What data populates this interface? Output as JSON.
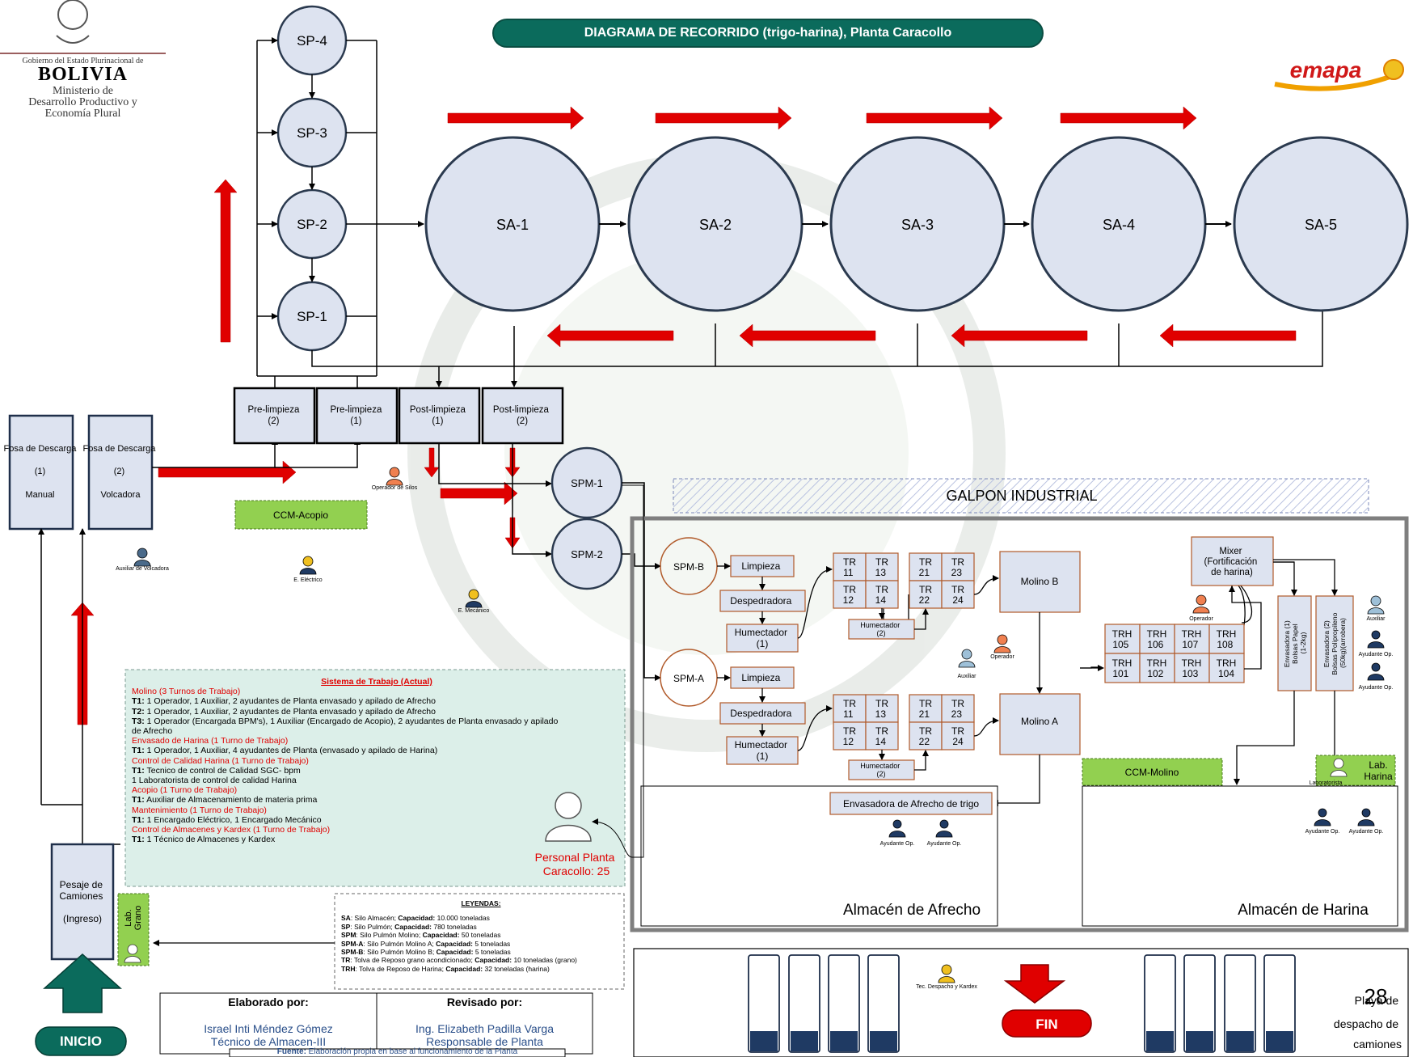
{
  "title": "DIAGRAMA DE RECORRIDO (trigo-harina), Planta Caracollo",
  "gov_logo": {
    "line1": "Gobierno del Estado Plurinacional de",
    "line2": "BOLIVIA",
    "line3": "Ministerio de",
    "line4": "Desarrollo Productivo y",
    "line5": "Economía Plural"
  },
  "brand_logo": "emapa",
  "colors": {
    "banner": "#0b6b5c",
    "node_fill": "#dde3f0",
    "node_stroke": "#2b3a4f",
    "arrow_red": "#e00000",
    "ccm_green": "#92d050"
  },
  "silos_pulmon": [
    "SP-4",
    "SP-3",
    "SP-2",
    "SP-1"
  ],
  "silos_almacen": [
    "SA-1",
    "SA-2",
    "SA-3",
    "SA-4",
    "SA-5"
  ],
  "fosas": [
    {
      "name": "Fosa de Descarga",
      "num": "(1)",
      "type": "Manual"
    },
    {
      "name": "Fosa de Descarga",
      "num": "(2)",
      "type": "Volcadora"
    }
  ],
  "limpieza": [
    {
      "name": "Pre-limpieza",
      "num": "(2)"
    },
    {
      "name": "Pre-limpieza",
      "num": "(1)"
    },
    {
      "name": "Post-limpieza",
      "num": "(1)"
    },
    {
      "name": "Post-limpieza",
      "num": "(2)"
    }
  ],
  "spm": [
    "SPM-1",
    "SPM-2"
  ],
  "galpon_label": "GALPON INDUSTRIAL",
  "ccm_acopio": "CCM-Acopio",
  "ccm_molino": "CCM-Molino",
  "lab_harina": "Lab.\nHarina",
  "lab_grano": "Lab.\nGrano",
  "laboratorista": "Laboratorista",
  "people": {
    "operador_silos": "Operador de Silos",
    "auxiliar_volcadora": "Auxiliar de Volcadora",
    "e_electrico": "E. Eléctrico",
    "e_mecanico": "E. Mecánico",
    "auxiliar": "Auxiliar",
    "operador": "Operador",
    "ayudante_op": "Ayudante Op.",
    "tec_despacho": "Tec. Despacho y Kardex"
  },
  "line_b": {
    "spm": "SPM-B",
    "steps": [
      "Limpieza",
      "Despedradora",
      "Humectador",
      "(1)"
    ],
    "humectador2": [
      "Humectador",
      "(2)"
    ],
    "molino": "Molino B"
  },
  "line_a": {
    "spm": "SPM-A",
    "steps": [
      "Limpieza",
      "Despedradora",
      "Humectador",
      "(1)"
    ],
    "humectador2": [
      "Humectador",
      "(2)"
    ],
    "molino": "Molino A"
  },
  "tr_labels": [
    [
      "TR",
      "11"
    ],
    [
      "TR",
      "13"
    ],
    [
      "TR",
      "12"
    ],
    [
      "TR",
      "14"
    ],
    [
      "TR",
      "21"
    ],
    [
      "TR",
      "23"
    ],
    [
      "TR",
      "22"
    ],
    [
      "TR",
      "24"
    ]
  ],
  "trh_labels": [
    [
      "TRH",
      "105"
    ],
    [
      "TRH",
      "106"
    ],
    [
      "TRH",
      "107"
    ],
    [
      "TRH",
      "108"
    ],
    [
      "TRH",
      "101"
    ],
    [
      "TRH",
      "102"
    ],
    [
      "TRH",
      "103"
    ],
    [
      "TRH",
      "104"
    ]
  ],
  "mixer": [
    "Mixer",
    "(Fortificación",
    "de harina)"
  ],
  "envasadoras": [
    [
      "Envasadora (1)",
      "Bolsas Papel",
      "(1-2kg)"
    ],
    [
      "Envasadora (2)",
      "Bolsas Polipropileno",
      "(50kg)(arrobera)"
    ]
  ],
  "envasadora_afrecho": "Envasadora de Afrecho de trigo",
  "almacen_afrecho": "Almacén de Afrecho",
  "almacen_harina": "Almacén de Harina",
  "personal": [
    "Personal Planta",
    "Caracollo: 25"
  ],
  "pesaje": [
    "Pesaje de",
    "Camiones",
    "",
    "(Ingreso)"
  ],
  "inicio": "INICIO",
  "fin": "FIN",
  "playa": [
    "Playa de",
    "despacho de",
    "camiones"
  ],
  "page_number": "28",
  "sistema": {
    "title": "Sistema de Trabajo (Actual)",
    "lines": [
      {
        "red": true,
        "text": "Molino (3 Turnos de Trabajo)"
      },
      {
        "bold": "T1:",
        "text": " 1 Operador, 1 Auxiliar, 2 ayudantes de Planta envasado y apilado de Afrecho"
      },
      {
        "bold": "T2:",
        "text": " 1 Operador, 1 Auxiliar, 2 ayudantes de Planta envasado y apilado de Afrecho"
      },
      {
        "bold": "T3:",
        "text": " 1 Operador (Encargada BPM's), 1 Auxiliar (Encargado de Acopio), 2 ayudantes de Planta envasado y apilado"
      },
      {
        "text": "de Afrecho"
      },
      {
        "red": true,
        "text": "Envasado de Harina (1 Turno de Trabajo)"
      },
      {
        "bold": "T1:",
        "text": " 1 Operador, 1 Auxiliar, 4 ayudantes de Planta (envasado y apilado de Harina)"
      },
      {
        "red": true,
        "text": "Control de Calidad Harina (1 Turno de Trabajo)"
      },
      {
        "bold": "T1:",
        "text": " Tecnico de control de Calidad SGC- bpm"
      },
      {
        "text": "1 Laboratorista de control de calidad Harina"
      },
      {
        "red": true,
        "text": "Acopio (1 Turno de Trabajo)"
      },
      {
        "bold": "T1:",
        "text": " Auxiliar de Almacenamiento de materia prima"
      },
      {
        "red": true,
        "text": "Mantenimiento (1 Turno de Trabajo)"
      },
      {
        "bold": "T1:",
        "text": " 1 Encargado Eléctrico, 1 Encargado Mecánico"
      },
      {
        "red": true,
        "text": "Control de Almacenes y Kardex (1 Turno de Trabajo)"
      },
      {
        "bold": "T1:",
        "text": " 1 Técnico de Almacenes y Kardex"
      }
    ]
  },
  "leyendas": {
    "title": "LEYENDAS:",
    "items": [
      {
        "k": "SA",
        "v": ": Silo Almacén; ",
        "ck": "Capacidad:",
        "cv": " 10.000 toneladas"
      },
      {
        "k": "SP",
        "v": ": Silo Pulmón; ",
        "ck": "Capacidad:",
        "cv": " 780 toneladas"
      },
      {
        "k": "SPM",
        "v": ": Silo Pulmón Molino; ",
        "ck": "Capacidad:",
        "cv": " 50 toneladas"
      },
      {
        "k": "SPM-A",
        "v": ": Silo Pulmón Molino A; ",
        "ck": "Capacidad:",
        "cv": " 5 toneladas"
      },
      {
        "k": "SPM-B",
        "v": ": Silo Pulmón Molino B; ",
        "ck": "Capacidad:",
        "cv": " 5 toneladas"
      },
      {
        "k": "TR",
        "v": ": Tolva de Reposo grano acondicionado; ",
        "ck": "Capacidad:",
        "cv": " 10 toneladas (grano)"
      },
      {
        "k": "TRH",
        "v": ": Tolva de Reposo de Harina; ",
        "ck": "Capacidad:",
        "cv": " 32 toneladas (harina)"
      }
    ]
  },
  "credits": {
    "elaborado_label": "Elaborado por:",
    "elaborado_name": "Israel Inti Méndez Gómez",
    "elaborado_role": "Técnico de Almacen-III",
    "revisado_label": "Revisado por:",
    "revisado_name": "Ing. Elizabeth Padilla Varga",
    "revisado_role": "Responsable de Planta",
    "fuente_label": "Fuente:",
    "fuente_text": " Elaboración propia en base al funcionamiento de la Planta"
  }
}
